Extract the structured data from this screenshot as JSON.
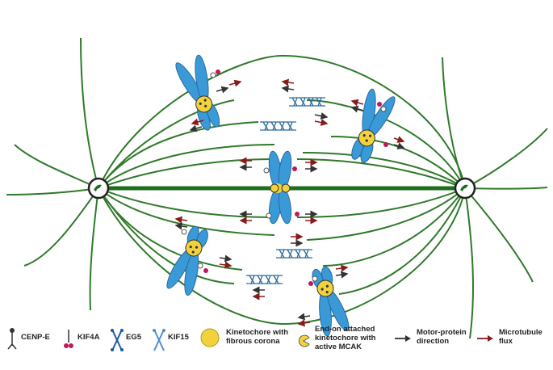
{
  "colors": {
    "microtubule": "#2f7a2a",
    "spindle_axis": "#1f6e1f",
    "chromosome": "#3a9ad8",
    "chromosome_dark": "#2a6aa0",
    "kinetochore": "#f2d23c",
    "centrosome_ring": "#222222",
    "motor_arrow": "#333333",
    "flux_arrow": "#8a1a1a",
    "kif4a": "#c2185b",
    "eg5": "#1c5a9e",
    "kif15": "#4d8fcf"
  },
  "legend": {
    "cenp_e": {
      "label": "CENP-E",
      "icon": "cenp-e-icon"
    },
    "kif4a": {
      "label": "KIF4A",
      "icon": "kif4a-icon"
    },
    "eg5": {
      "label": "EG5",
      "icon": "eg5-icon"
    },
    "kif15": {
      "label": "KIF15",
      "icon": "kif15-icon"
    },
    "kinetochore_corona": {
      "label": "Kinetochore with\nfibrous corona",
      "icon": "kinetochore-corona-icon"
    },
    "end_on": {
      "label": "End-on attached\nkinetochore with\nactive MCAK",
      "icon": "end-on-kinetochore-icon"
    },
    "motor_direction": {
      "label": "Motor-protein\ndirection",
      "icon": "motor-direction-arrow-icon"
    },
    "flux": {
      "label": "Microtubule\nflux",
      "icon": "microtubule-flux-arrow-icon"
    }
  }
}
